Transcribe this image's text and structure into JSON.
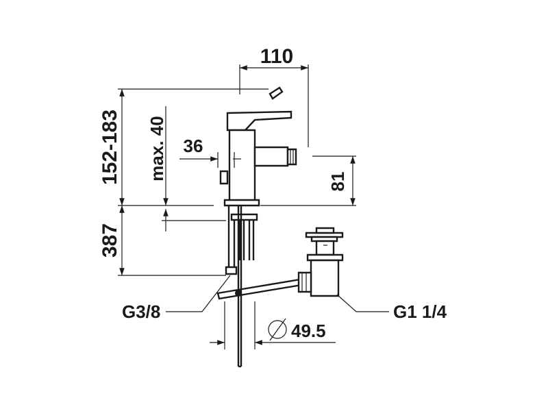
{
  "dimensions": {
    "spout_reach": "110",
    "total_height": "152-183",
    "lever_clearance": "max. 40",
    "hole_offset": "36",
    "spout_height": "81",
    "below_deck": "387",
    "supply_thread": "G3/8",
    "waste_thread": "G1 1/4",
    "hole_diameter": "49.5"
  },
  "colors": {
    "ink": "#1a1a1a",
    "background": "#ffffff"
  }
}
